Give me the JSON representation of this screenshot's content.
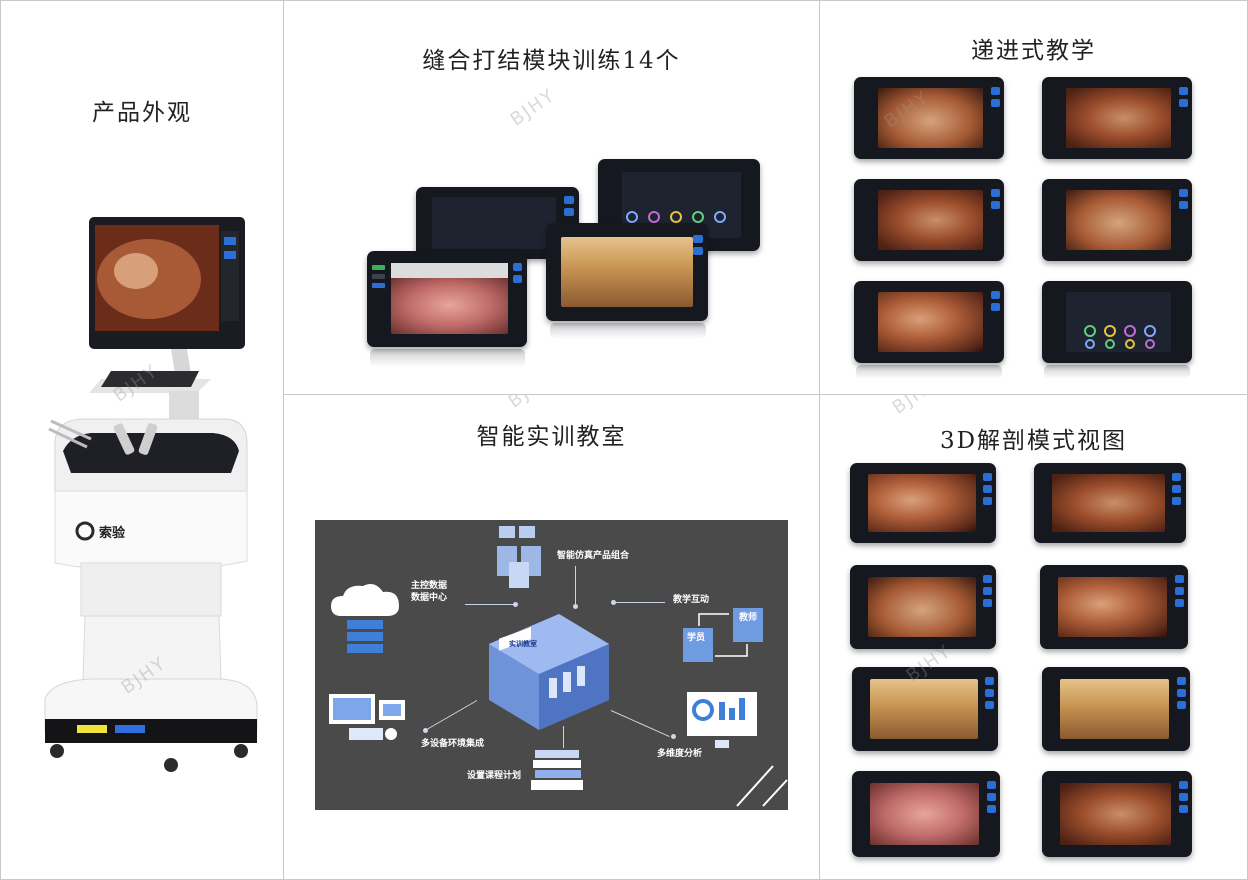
{
  "cells": {
    "appearance": {
      "title": "产品外观"
    },
    "suturing": {
      "title": "缝合打结模块训练14个"
    },
    "progressive": {
      "title": "递进式教学"
    },
    "classroom": {
      "title": "智能实训教室"
    },
    "anatomy3d": {
      "title": "3D解剖模式视图"
    }
  },
  "watermark": "BJHY",
  "device_brand": "索验",
  "classroom_diagram": {
    "labels": {
      "master_data": "主控数据\n数据中心",
      "sim_products": "智能仿真产品组合",
      "teaching_interaction": "教学互动",
      "student": "学员",
      "teacher": "教师",
      "multi_device": "多设备环境集成",
      "course_plan": "设置课程计划",
      "multi_analysis": "多维度分析",
      "room_sign": "实训教室"
    }
  },
  "colors": {
    "border": "#c8c8c8",
    "diagram_bg": "#4a4a4a",
    "accent_blue": "#2b6fd6",
    "device_body": "#f2f2f2"
  }
}
